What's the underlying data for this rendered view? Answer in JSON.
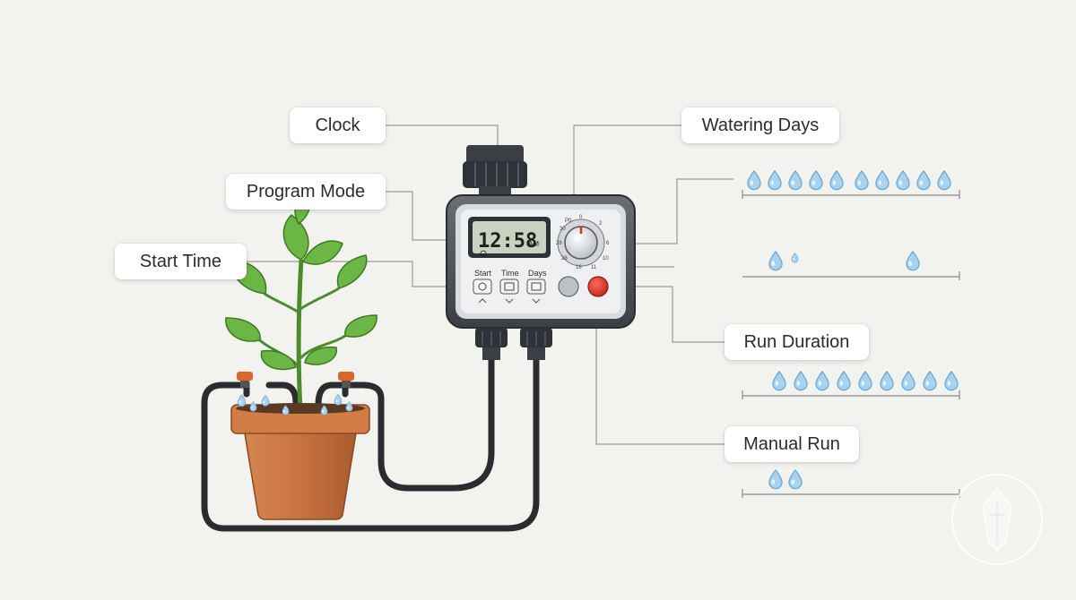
{
  "labels": {
    "clock": "Clock",
    "program_mode": "Program Mode",
    "start_time": "Start Time",
    "watering_days": "Watering Days",
    "run_duration": "Run Duration",
    "manual_run": "Manual Run"
  },
  "timer": {
    "display_time": "12:58",
    "display_ampm": "AM",
    "buttons": [
      "Start",
      "Time",
      "Days"
    ],
    "dial_marks": [
      "0",
      "2",
      "6",
      "10",
      "11",
      "16",
      "26",
      "28",
      "30",
      "P0"
    ]
  },
  "colors": {
    "background": "#f2f2ef",
    "timer_body": "#4a4e55",
    "lcd": "#c9d2c0",
    "manual_button": "#e0332b",
    "pot": "#c8733f",
    "leaf": "#5aa83a",
    "drop": "#8ec3e6"
  },
  "drop_rows": [
    {
      "name": "watering-days-row",
      "count": 10
    },
    {
      "name": "program-row",
      "count": 3
    },
    {
      "name": "run-duration-row",
      "count": 9
    },
    {
      "name": "manual-run-row",
      "count": 2
    }
  ]
}
